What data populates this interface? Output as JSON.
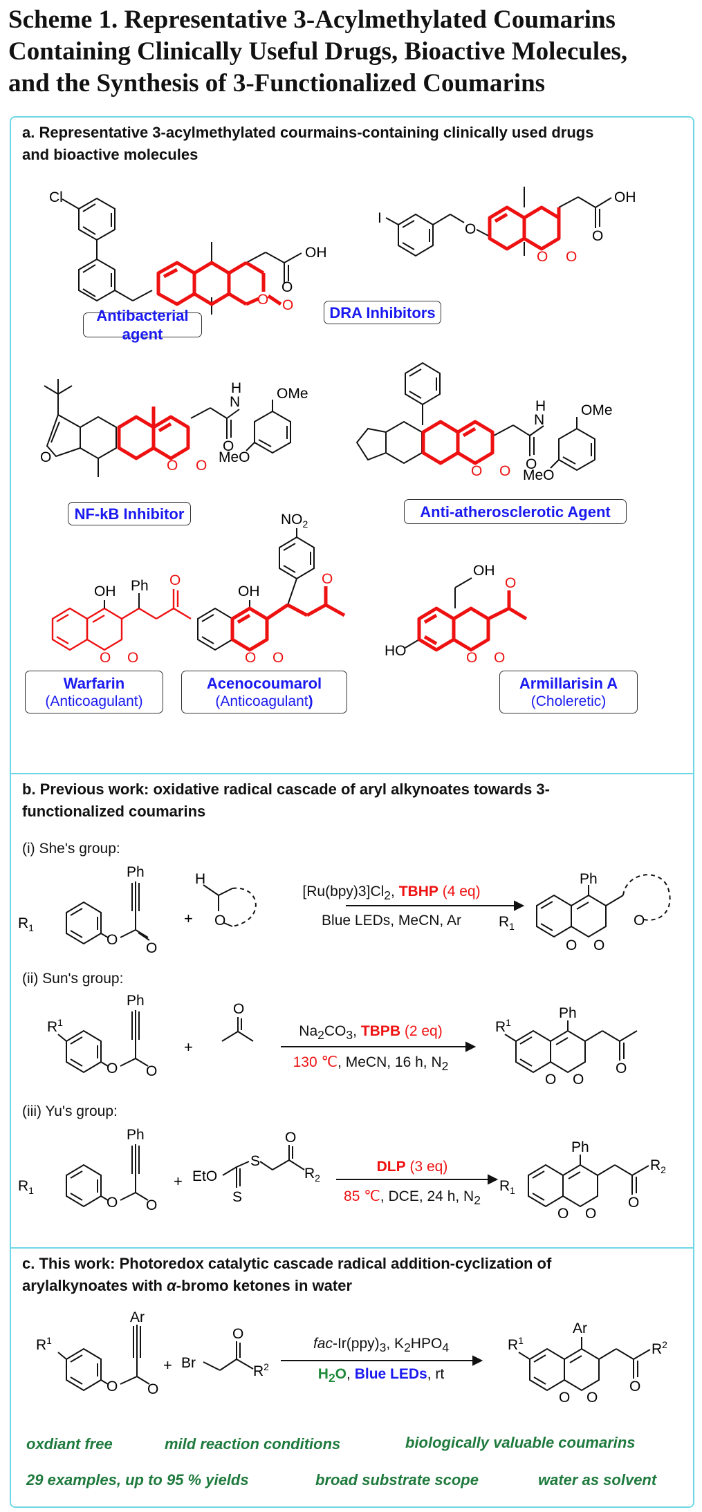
{
  "scheme": {
    "title_line1": "Scheme 1. Representative 3-Acylmethylated Coumarins",
    "title_line2": "Containing Clinically Useful Drugs, Bioactive Molecules,",
    "title_line3": "and the Synthesis of 3-Functionalized Coumarins"
  },
  "panel_a": {
    "heading_line1": "a. Representative 3-acylmethylated courmains-containing clinically used drugs",
    "heading_line2": "and bioactive molecules",
    "compounds": [
      {
        "name": "Antibacterial agent"
      },
      {
        "name": "DRA Inhibitors"
      },
      {
        "name": "NF-kB Inhibitor"
      },
      {
        "name": "Anti-atherosclerotic Agent"
      },
      {
        "name": "Warfarin",
        "use": "(Anticoagulant)"
      },
      {
        "name": "Acenocoumarol",
        "use": "(Anticoagulant",
        "use_close": ")"
      },
      {
        "name": "Armillarisin A",
        "use": "(Choleretic)"
      }
    ],
    "atoms": {
      "cl": "Cl",
      "oh": "OH",
      "o": "O",
      "i": "I",
      "n": "N",
      "h": "H",
      "ome": "OMe",
      "meo": "MeO",
      "ph": "Ph",
      "no": "NO",
      "sub2": "2",
      "ho": "HO"
    }
  },
  "panel_b": {
    "heading_line1": "b. Previous work: oxidative radical cascade of aryl alkynoates towards 3-",
    "heading_line2": "functionalized coumarins",
    "rxn1": {
      "group": "(i) She's group:",
      "cat": "[Ru(bpy)3]Cl",
      "cat_sub": "2",
      "sep": ",",
      "oxidant": "TBHP",
      "eq": "(4 eq)",
      "below": "Blue LEDs, MeCN, Ar",
      "r": "R",
      "r_sub": "1"
    },
    "rxn2": {
      "group": "(ii) Sun's group:",
      "base": "Na",
      "base_sub": "2",
      "base_rest": "CO",
      "base_sub2": "3",
      "sep": ",",
      "oxidant": "TBPB",
      "eq": "(2 eq)",
      "temp": "130 ℃",
      "below_rest": ", MeCN, 16 h, N",
      "below_sub": "2",
      "r": "R",
      "r_sup": "1"
    },
    "rxn3": {
      "group": "(iii) Yu's group:",
      "oxidant": "DLP",
      "eq": "(3 eq)",
      "temp": "85 ℃",
      "below_rest": ", DCE, 24 h, N",
      "below_sub": "2",
      "eto": "EtO",
      "s": "S",
      "r2": "R",
      "r2_sub": "2",
      "r": "R",
      "r_sub": "1"
    },
    "plus": "+"
  },
  "panel_c": {
    "heading_line1": "c. This work: Photoredox catalytic cascade radical addition-cyclization of",
    "heading_line2": "arylalkynoates with α-bromo ketones in water",
    "cond_above_italic": "fac",
    "cond_above_rest": "-Ir(ppy)",
    "cond_above_sub": "3",
    "cond_above_tail": ", K",
    "cond_above_sub2": "2",
    "cond_above_tail2": "HPO",
    "cond_above_sub3": "4",
    "cond_below_water": "H",
    "cond_below_water_sub": "2",
    "cond_below_water_o": "O",
    "cond_below_sep": ",",
    "cond_below_light": "Blue LEDs",
    "cond_below_rt": ", rt",
    "ar": "Ar",
    "br": "Br",
    "r1": "R",
    "r1_sup": "1",
    "r2": "R",
    "r2_sup": "2",
    "features": [
      "oxdiant free",
      "mild reaction conditions",
      "biologically valuable coumarins",
      "29 examples, up to 95 % yields",
      "broad substrate scope",
      "water as solvent"
    ]
  },
  "colors": {
    "highlight": "#ee1111",
    "border": "#6fd6e8",
    "label_blue": "#1a1af0",
    "feature_green": "#1f7a3d"
  }
}
